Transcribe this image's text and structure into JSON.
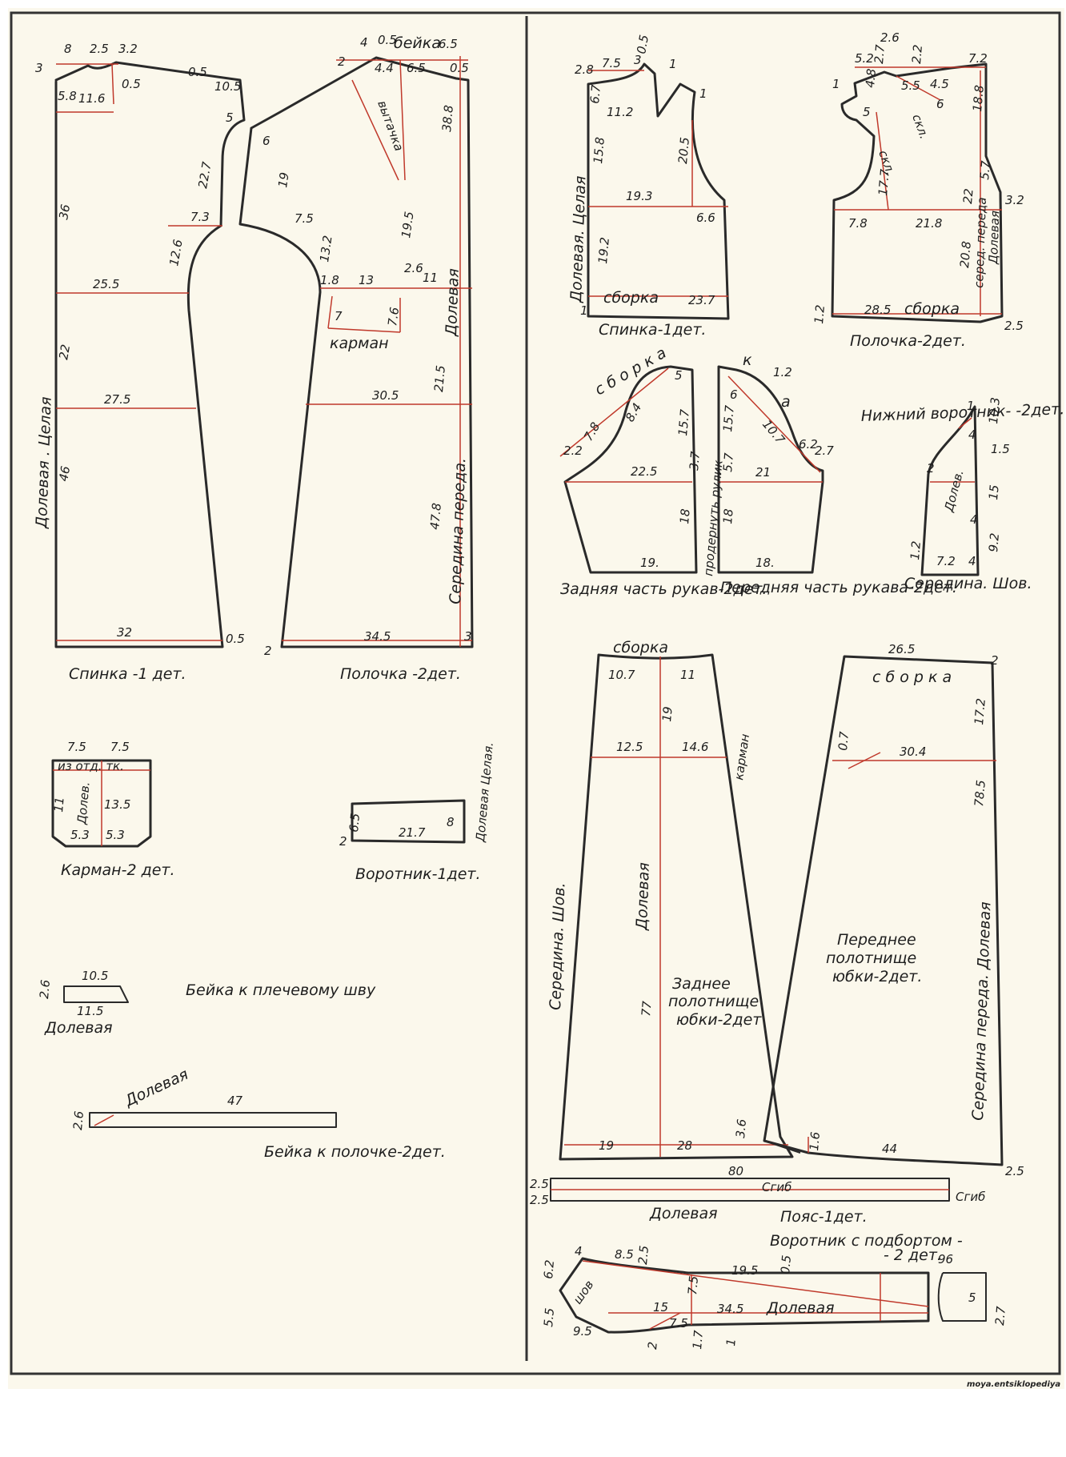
{
  "colors": {
    "paper": "#fbf8ec",
    "outline": "#2a2a2a",
    "construction": "#c0392b",
    "ink": "#1e1e1e"
  },
  "pieces": {
    "back_full": {
      "title": "Спинка -1 дет.",
      "grain": "Долевая . Целая",
      "dims": [
        "8",
        "2.5",
        "3.2",
        "3",
        "5.8",
        "11.6",
        "0.5",
        "0.5",
        "10.5",
        "5",
        "22.7",
        "7.3",
        "36",
        "12.6",
        "25.5",
        "22",
        "27.5",
        "46",
        "32",
        "0.5"
      ]
    },
    "front_full": {
      "title": "Полочка -2дет.",
      "grain": "Долевая",
      "center": "Середина переда.",
      "bias": "бейка",
      "dart": "вытачка",
      "pocket": "карман",
      "dims": [
        "4",
        "0.5",
        "6.5",
        "2",
        "4.4",
        "6.5",
        "0.5",
        "38.8",
        "6",
        "19",
        "7.5",
        "13.2",
        "19.5",
        "2.6",
        "11",
        "1.8",
        "13",
        "7",
        "7.6",
        "30.5",
        "21.5",
        "47.8",
        "34.5",
        "2",
        "3"
      ]
    },
    "pocket": {
      "title": "Карман-2 дет.",
      "note": "из отд. тк.",
      "grain": "Долев.",
      "dims": [
        "7.5",
        "7.5",
        "11",
        "13.5",
        "5.3",
        "5.3"
      ]
    },
    "collar1": {
      "title": "Воротник-1дет.",
      "grain": "Долевая Целая.",
      "dims": [
        "6.5",
        "21.7",
        "8",
        "2"
      ]
    },
    "shoulder_bias": {
      "title": "Бейка к плечевому шву",
      "grain": "Долевая",
      "dims": [
        "10.5",
        "2.6",
        "11.5"
      ]
    },
    "front_bias": {
      "title": "Бейка к полочке-2дет.",
      "grain": "Долевая",
      "dims": [
        "47",
        "2.6"
      ]
    },
    "back_bodice": {
      "title": "Спинка-1дет.",
      "grain": "Долевая. Целая",
      "gather": "сборка",
      "dims": [
        "7.5",
        "3",
        "0.5",
        "1",
        "2.8",
        "6.7",
        "11.2",
        "1",
        "15.8",
        "20.5",
        "19.3",
        "6.6",
        "19.2",
        "23.7",
        "1"
      ]
    },
    "front_bodice": {
      "title": "Полочка-2дет.",
      "gather": "сборка",
      "fold": "скл.",
      "center": "серед. переда",
      "grain": "Долевая",
      "dims": [
        "2.6",
        "5.2",
        "2.7",
        "2.2",
        "7.2",
        "1",
        "4.8",
        "5.5",
        "4.5",
        "18.8",
        "5",
        "6",
        "17.7",
        "22",
        "5.7",
        "3.2",
        "7.8",
        "21.8",
        "20.8",
        "28.5",
        "1.2",
        "2.5"
      ]
    },
    "sleeve_back": {
      "title": "Задняя часть рукав-2дет.",
      "gather": "с б о р к а",
      "dims": [
        "7.8",
        "8.4",
        "5",
        "15.7",
        "2.2",
        "22.5",
        "18",
        "19."
      ]
    },
    "sleeve_front": {
      "title": "Передняя часть рукава-2дет.",
      "dims": [
        "1.2",
        "6",
        "15.7",
        "10.7",
        "6.2",
        "2.7",
        "5.7",
        "21",
        "18",
        "18.",
        "3.7"
      ],
      "note": "продернуть рулик"
    },
    "under_collar": {
      "title": "Нижний воротник- -2дет.",
      "grain": "Долев.",
      "center": "Середина. Шов.",
      "dims": [
        "1",
        "4",
        "10.3",
        "1.5",
        "2",
        "15",
        "4",
        "9.2",
        "1.2",
        "7.2",
        "4"
      ]
    },
    "skirt_back": {
      "title": "Заднее полотнище юбки-2дет.",
      "grain": "Долевая",
      "center": "Середина. Шов.",
      "gather": "сборка",
      "pocket": "карман",
      "dims": [
        "10.7",
        "11",
        "19",
        "12.5",
        "14.6",
        "77",
        "19",
        "28",
        "3.6"
      ]
    },
    "skirt_front": {
      "title": "Переднее полотнище юбки-2дет.",
      "center": "Середина переда. Долевая",
      "gather": "с б о р к а",
      "dims": [
        "26.5",
        "2",
        "0.7",
        "30.4",
        "17.2",
        "78.5",
        "1.6",
        "44",
        "2.5"
      ]
    },
    "belt": {
      "title": "Пояс-1дет.",
      "grain": "Долевая",
      "fold": "Сгиб",
      "dims": [
        "80",
        "2.5",
        "2.5"
      ]
    },
    "collar_facing": {
      "title": "Воротник с подбортом- -2 дет.",
      "grain": "Долевая",
      "seam": "шов",
      "dims": [
        "4",
        "8.5",
        "2.5",
        "6.2",
        "19.5",
        "0.5",
        "96",
        "5.5",
        "15",
        "7.5",
        "34.5",
        "5",
        "9.5",
        "7.5",
        "2",
        "1.7",
        "1",
        "2.7"
      ]
    }
  },
  "watermark": "moya.entsiklopediya"
}
